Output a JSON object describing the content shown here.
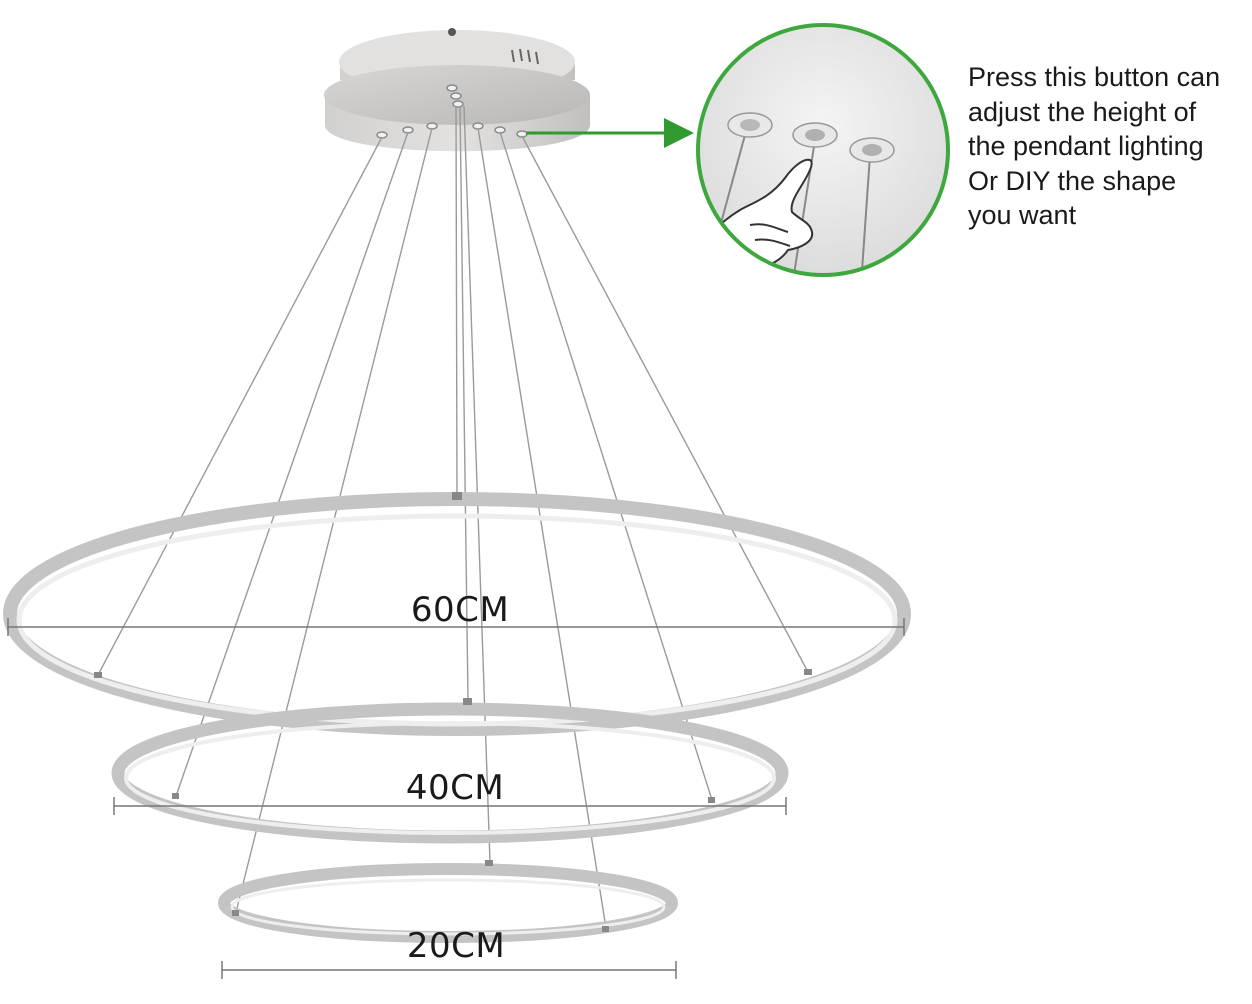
{
  "dimensions": [
    {
      "id": "ring-large",
      "label": "60CM"
    },
    {
      "id": "ring-medium",
      "label": "40CM"
    },
    {
      "id": "ring-small",
      "label": "20CM"
    }
  ],
  "callout": {
    "lines": [
      "Press this button can",
      "adjust the height of",
      "the pendant lighting",
      "Or DIY the shape",
      "you want"
    ]
  },
  "colors": {
    "ring": "#c4c4c4",
    "ring_inner": "#e6e6e6",
    "wire": "#9a9a9a",
    "canopy": "#cfcdcb",
    "callout_border": "#3ea83e",
    "arrow": "#2f9a2f",
    "dimension_line": "#777777"
  }
}
